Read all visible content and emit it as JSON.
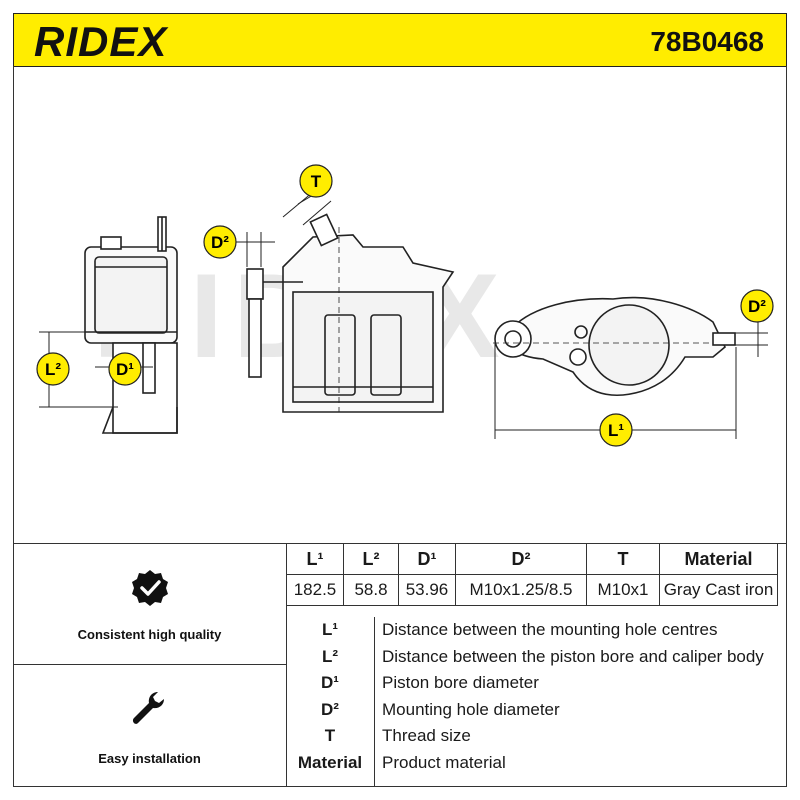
{
  "header": {
    "brand": "RIDEX",
    "part_number": "78B0468"
  },
  "drawing": {
    "watermark": "RIDEX",
    "labels": {
      "t": "T",
      "d2": "D²",
      "l2": "L²",
      "d1": "D¹",
      "d2_right": "D²",
      "l1": "L¹"
    }
  },
  "features": [
    {
      "icon": "check-badge-icon",
      "label": "Consistent high quality"
    },
    {
      "icon": "wrench-icon",
      "label": "Easy installation"
    }
  ],
  "specs": {
    "headers": [
      "L¹",
      "L²",
      "D¹",
      "D²",
      "T",
      "Material"
    ],
    "values": [
      "182.5",
      "58.8",
      "53.96",
      "M10x1.25/8.5",
      "M10x1",
      "Gray Cast iron"
    ]
  },
  "legend": [
    {
      "key": "L¹",
      "desc": "Distance between the mounting hole centres"
    },
    {
      "key": "L²",
      "desc": "Distance between the piston bore and caliper body"
    },
    {
      "key": "D¹",
      "desc": "Piston bore diameter"
    },
    {
      "key": "D²",
      "desc": "Mounting hole diameter"
    },
    {
      "key": "T",
      "desc": "Thread size"
    },
    {
      "key": "Material",
      "desc": "Product material"
    }
  ],
  "colors": {
    "header_bg": "#ffed00",
    "badge_bg": "#ffed00",
    "line": "#222222"
  }
}
